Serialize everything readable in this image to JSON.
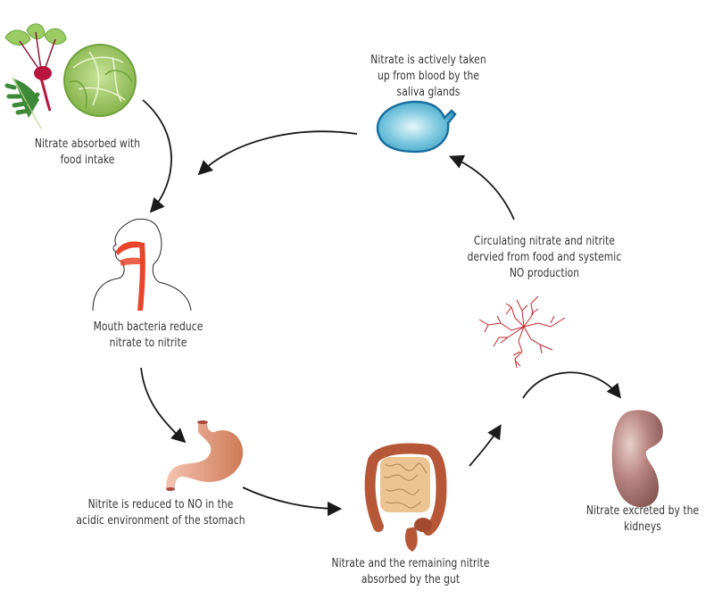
{
  "title": "Nitrate-nitrite-NO cycle",
  "colors": {
    "arrow": "#1a1a1a",
    "text": "#333333",
    "saliva_gland": "#3aa7c9",
    "esophagus": "#e8452c",
    "blood_vessels": "#c0262b",
    "kidney": "#a9716f",
    "stomach": "#de9474",
    "intestine": "#b65838",
    "vegetables": "#8fbf4e",
    "beet": "#b8153f"
  },
  "steps": [
    {
      "id": "food",
      "icon": "vegetables-icon",
      "lines": [
        "Nitrate absorbed with",
        "food intake"
      ]
    },
    {
      "id": "mouth",
      "icon": "head-mouth-icon",
      "lines": [
        "Mouth bacteria reduce",
        "nitrate to nitrite"
      ]
    },
    {
      "id": "stomach",
      "icon": "stomach-icon",
      "lines": [
        "Nitrite is reduced to NO in the",
        "acidic environment of the stomach"
      ]
    },
    {
      "id": "gut",
      "icon": "intestine-icon",
      "lines": [
        "Nitrate and the remaining nitrite",
        "absorbed by the gut"
      ]
    },
    {
      "id": "circulation",
      "icon": "blood-vessels-icon",
      "lines": [
        "Circulating nitrate and nitrite",
        "dervied from food and systemic",
        "NO production"
      ]
    },
    {
      "id": "kidney",
      "icon": "kidney-icon",
      "lines": [
        "Nitrate excreted by the",
        "kidneys"
      ]
    },
    {
      "id": "saliva",
      "icon": "saliva-gland-icon",
      "lines": [
        "Nitrate is actively taken",
        "up from blood by the",
        "saliva glands"
      ]
    }
  ]
}
